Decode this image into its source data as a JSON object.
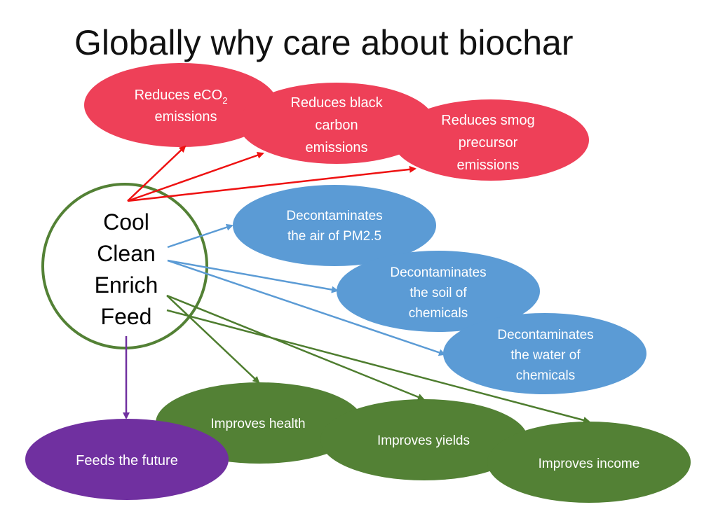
{
  "slide": {
    "title": "Globally why care about biochar"
  },
  "colors": {
    "red": "#ee4058",
    "red_arrow": "#ee1111",
    "blue": "#5b9bd5",
    "green": "#538135",
    "green_arrow": "#4e7d2f",
    "purple": "#7030a0",
    "center_stroke": "#538135"
  },
  "center": {
    "lines": [
      "Cool",
      "Clean",
      "Enrich",
      "Feed"
    ]
  },
  "nodes": {
    "reduces_eco2": {
      "line1": "Reduces eCO",
      "sub": "2",
      "line2": "emissions"
    },
    "reduces_black_carbon": {
      "lines": [
        "Reduces black",
        "carbon",
        "emissions"
      ]
    },
    "reduces_smog": {
      "lines": [
        "Reduces smog",
        "precursor",
        "emissions"
      ]
    },
    "decon_air": {
      "lines": [
        "Decontaminates",
        "the air of PM2.5"
      ]
    },
    "decon_soil": {
      "lines": [
        "Decontaminates",
        "the soil of",
        "chemicals"
      ]
    },
    "decon_water": {
      "lines": [
        "Decontaminates",
        "the water of",
        "chemicals"
      ]
    },
    "improves_health": {
      "label": "Improves health"
    },
    "improves_yields": {
      "label": "Improves yields"
    },
    "improves_income": {
      "label": "Improves income"
    },
    "feeds_future": {
      "label": "Feeds the future"
    }
  },
  "arrows": [
    {
      "from": "Cool",
      "to": "reduces_eco2",
      "color": "red"
    },
    {
      "from": "Cool",
      "to": "reduces_black_carbon",
      "color": "red"
    },
    {
      "from": "Cool",
      "to": "reduces_smog",
      "color": "red"
    },
    {
      "from": "Clean",
      "to": "decon_air",
      "color": "blue"
    },
    {
      "from": "Clean",
      "to": "decon_soil",
      "color": "blue"
    },
    {
      "from": "Clean",
      "to": "decon_water",
      "color": "blue"
    },
    {
      "from": "Enrich",
      "to": "improves_health",
      "color": "green"
    },
    {
      "from": "Enrich",
      "to": "improves_yields",
      "color": "green"
    },
    {
      "from": "Feed",
      "to": "improves_income",
      "color": "green"
    },
    {
      "from": "Feed",
      "to": "feeds_future",
      "color": "purple"
    }
  ]
}
